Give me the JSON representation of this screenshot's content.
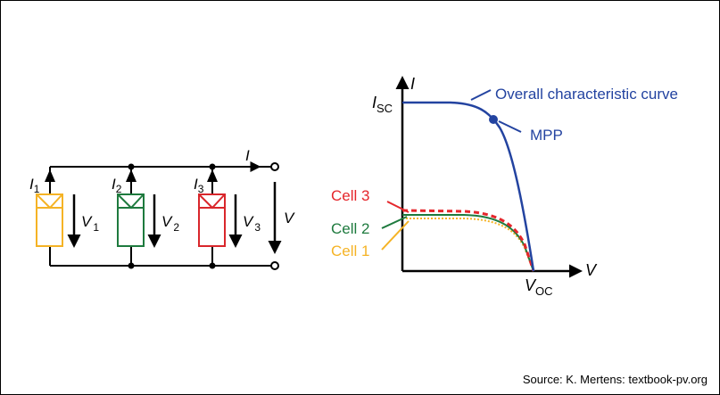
{
  "circuit": {
    "current_label": "I",
    "voltage_label": "V",
    "cells": [
      {
        "current_main": "I",
        "current_sub": "1",
        "voltage_main": "V",
        "voltage_sub": "1",
        "color": "#F5B325"
      },
      {
        "current_main": "I",
        "current_sub": "2",
        "voltage_main": "V",
        "voltage_sub": "2",
        "color": "#1E7A3E"
      },
      {
        "current_main": "I",
        "current_sub": "3",
        "voltage_main": "V",
        "voltage_sub": "3",
        "color": "#D9262B"
      }
    ]
  },
  "graph": {
    "y_axis_label": "I",
    "x_axis_label": "V",
    "isc_main": "I",
    "isc_sub": "SC",
    "voc_main": "V",
    "voc_sub": "OC",
    "overall_label": "Overall characteristic curve",
    "mpp_label": "MPP",
    "overall_color": "#2343A0",
    "cell_curves": [
      {
        "label": "Cell 3",
        "color": "#E5262B"
      },
      {
        "label": "Cell 2",
        "color": "#1E7A3E"
      },
      {
        "label": "Cell 1",
        "color": "#F5B325"
      }
    ]
  },
  "source": "Source: K. Mertens: textbook-pv.org"
}
